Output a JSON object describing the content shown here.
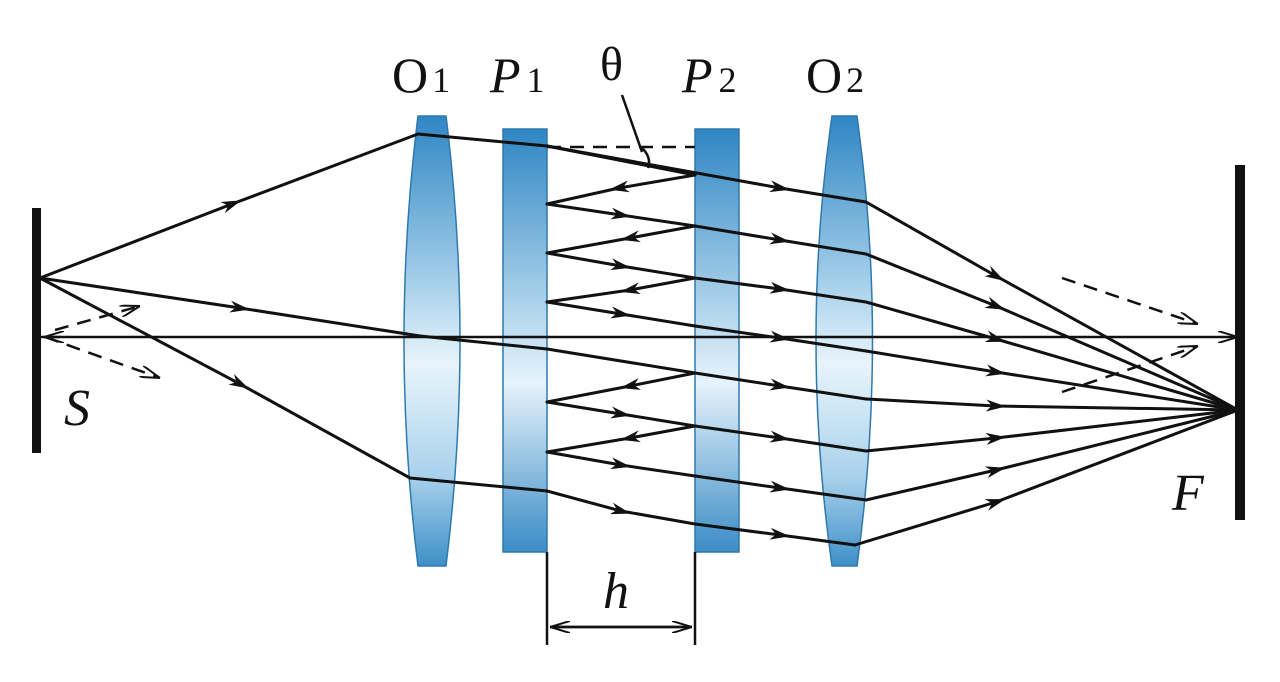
{
  "labels": {
    "o1_letter": "O",
    "o1_sub": "1",
    "p1_letter": "P",
    "p1_sub": "1",
    "theta": "θ",
    "p2_letter": "P",
    "p2_sub": "2",
    "o2_letter": "O",
    "o2_sub": "2",
    "source": "S",
    "focus": "F",
    "gap": "h"
  },
  "colors": {
    "glass_edge": "#3d8fc8",
    "glass_mid": "#cfe6f4",
    "ink": "#111111"
  }
}
